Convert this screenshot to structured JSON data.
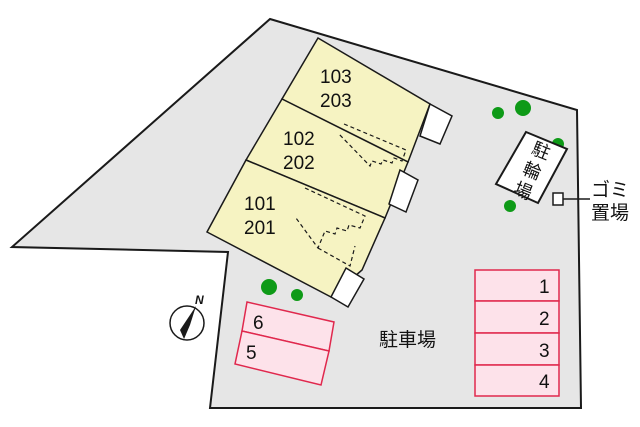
{
  "building": {
    "units": [
      {
        "top": "103",
        "bottom": "203"
      },
      {
        "top": "102",
        "bottom": "202"
      },
      {
        "top": "101",
        "bottom": "201"
      }
    ]
  },
  "bicycle_parking": {
    "label_chars": [
      "駐",
      "輪",
      "場"
    ]
  },
  "garbage": {
    "label_line1": "ゴミ",
    "label_line2": "置場"
  },
  "parking": {
    "area_label": "駐車場",
    "right_slots": [
      "1",
      "2",
      "3",
      "4"
    ],
    "left_slots": [
      "6",
      "5"
    ]
  },
  "compass": {
    "north_label": "N"
  },
  "colors": {
    "lot": "#e6e6e6",
    "building": "#f6f3c2",
    "parking_fill": "#fde2ea",
    "parking_stroke": "#e0284d",
    "tree": "#0e9a17"
  }
}
